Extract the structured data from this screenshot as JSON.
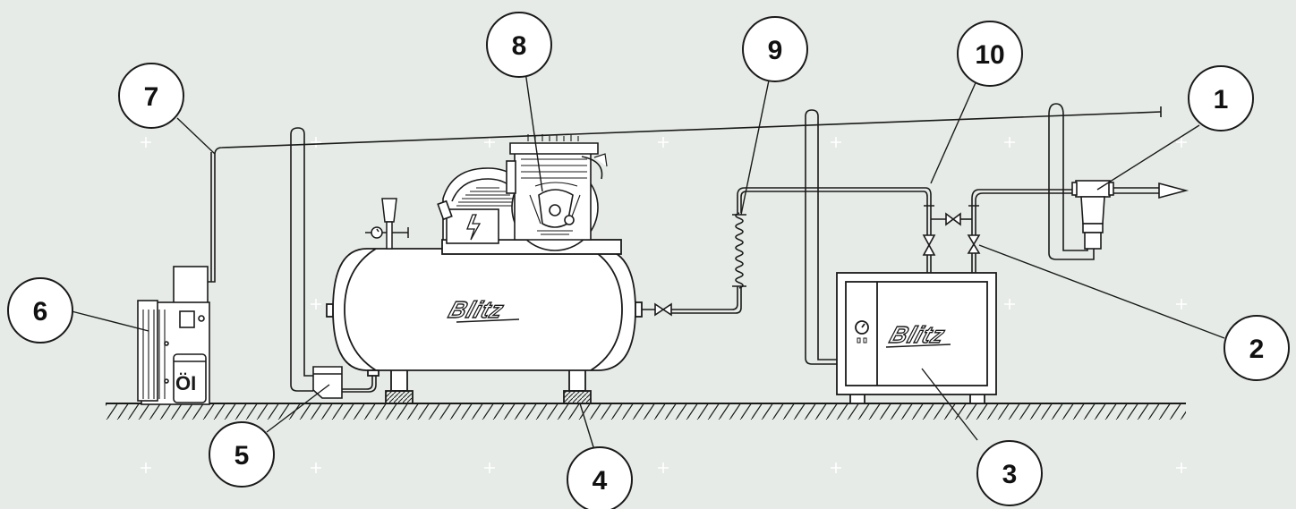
{
  "callouts": {
    "c1": "1",
    "c2": "2",
    "c3": "3",
    "c4": "4",
    "c5": "5",
    "c6": "6",
    "c7": "7",
    "c8": "8",
    "c9": "9",
    "c10": "10"
  },
  "brand": {
    "tank_label": "Blitz",
    "dryer_label": "Blitz"
  },
  "oil_unit": {
    "label": "ÖI"
  },
  "colors": {
    "background": "#e6ebe7",
    "line": "#1a1a1a",
    "fill": "#ffffff",
    "grid_marks": "#ffffff"
  }
}
